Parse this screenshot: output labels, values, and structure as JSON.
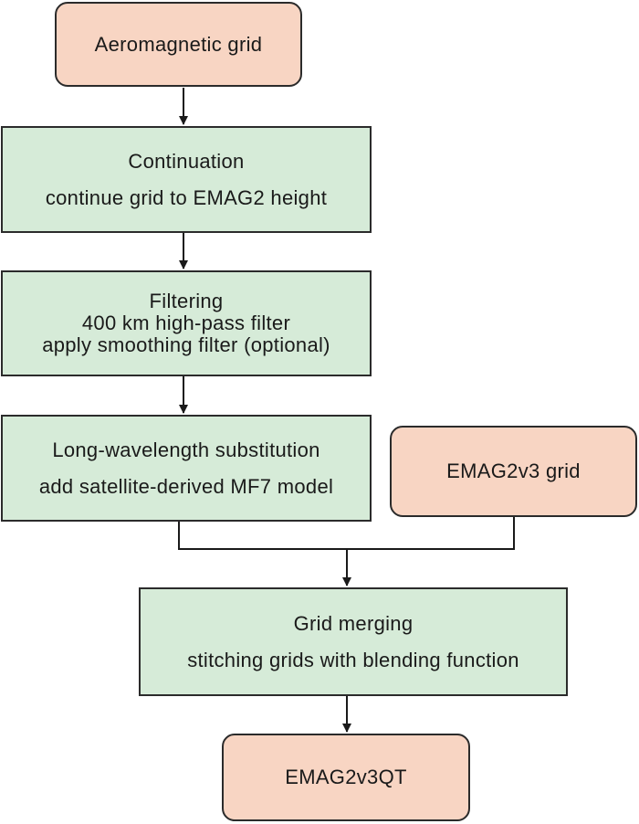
{
  "nodes": {
    "aeromagnetic": {
      "label": "Aeromagnetic grid"
    },
    "continuation": {
      "title": "Continuation",
      "detail": "continue grid to EMAG2 height"
    },
    "filtering": {
      "title": "Filtering",
      "line1": "400 km high-pass filter",
      "line2": "apply smoothing filter (optional)"
    },
    "substitution": {
      "title": "Long-wavelength substitution",
      "detail": "add satellite-derived MF7 model"
    },
    "emag2v3": {
      "label": "EMAG2v3 grid"
    },
    "merging": {
      "title": "Grid merging",
      "detail": "stitching grids with blending function"
    },
    "output": {
      "label": "EMAG2v3QT"
    }
  },
  "colors": {
    "io_fill": "#f8d5c3",
    "process_fill": "#d6ebd8",
    "stroke": "#2b2b2b"
  }
}
